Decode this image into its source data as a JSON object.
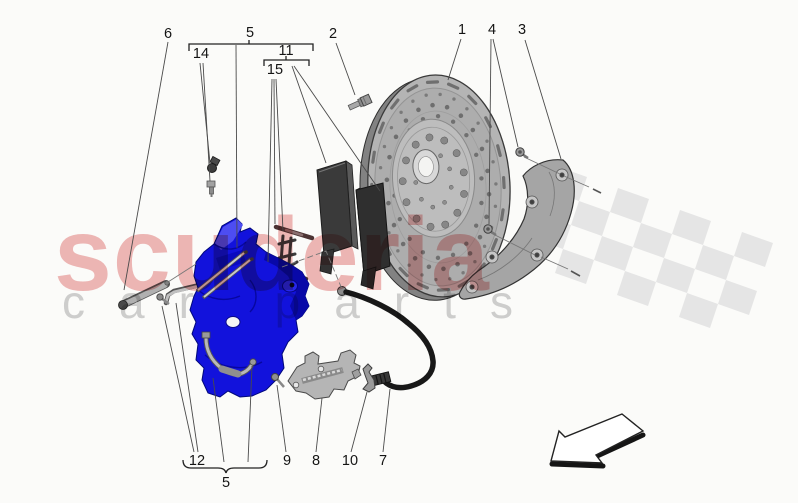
{
  "watermark": {
    "brand": "scuderia",
    "tagline": "car parts"
  },
  "callouts": {
    "n1": "1",
    "n2": "2",
    "n3": "3",
    "n4": "4",
    "n5_top": "5",
    "n5_bottom": "5",
    "n6": "6",
    "n7": "7",
    "n8": "8",
    "n9": "9",
    "n10": "10",
    "n11": "11",
    "n12": "12",
    "n14": "14",
    "n15": "15"
  },
  "colors": {
    "caliper_blue": "#1212dc",
    "watermark_pink": "#eeacac",
    "watermark_gray": "#c9c9c9",
    "flag_gray": "#e5e5e5",
    "line_dark": "#2b2b2b"
  }
}
